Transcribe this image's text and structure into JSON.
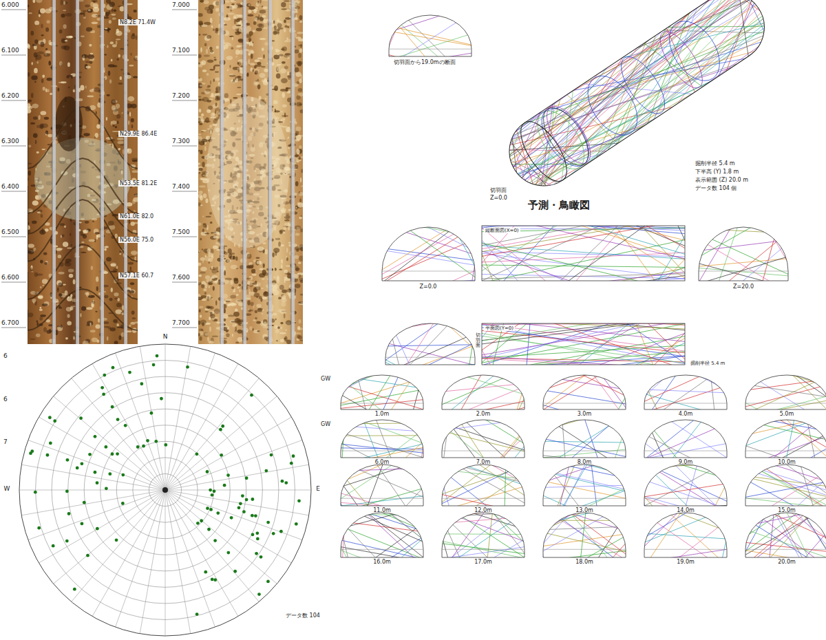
{
  "diagram": {
    "labels": [
      "6.000",
      "6.100",
      "6.200",
      "6.300",
      "6.400",
      "6.500",
      "6.600",
      "6.700",
      "N8.2E 71.4W",
      "N29.9E 86.4E",
      "N53.5E 81.2E",
      "N61.0E 82.0",
      "N56.0E 75.0",
      "N57.1E 60.7",
      "7.000",
      "7.100",
      "7.200",
      "7.300",
      "7.400",
      "7.500",
      "7.600",
      "7.700",
      "6",
      "6",
      "7",
      "N",
      "W",
      "E",
      "データ数 104",
      "切羽面から19.0mの断面",
      "切羽面",
      "Z=0.0",
      "掘削半径 5.4 m",
      "下半高 (Y) 1.8 m",
      "表示範囲 (Z) 20.0 m",
      "データ数 104 個",
      "予測・鳥瞰図",
      "縦断面図(X=0)",
      "Z=0.0",
      "Z=20.0",
      "平面図(Y=0)",
      "切羽面",
      "掘削半径 5.4 m",
      "GW",
      "GW",
      "1.0m",
      "2.0m",
      "3.0m",
      "4.0m",
      "5.0m",
      "6.0m",
      "7.0m",
      "8.0m",
      "9.0m",
      "10.0m",
      "11.0m",
      "12.0m",
      "13.0m",
      "14.0m",
      "15.0m",
      "16.0m",
      "17.0m",
      "18.0m",
      "19.0m",
      "20.0m"
    ]
  }
}
